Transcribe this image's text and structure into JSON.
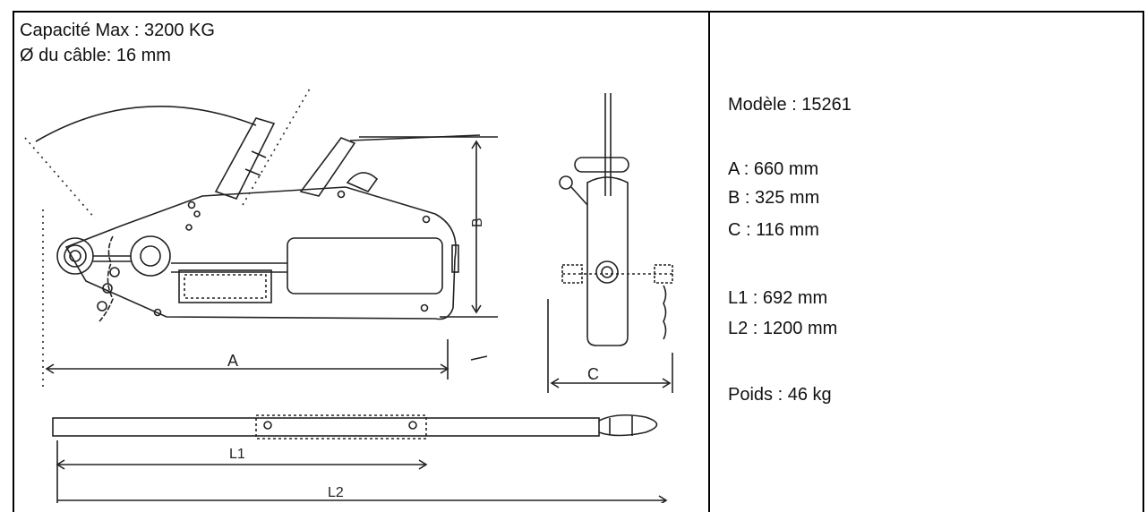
{
  "capacity_line": "Capacité Max : 3200 KG",
  "cable_line": "Ø du câble: 16 mm",
  "specs": {
    "model": "Modèle : 15261",
    "a": "A : 660 mm",
    "b": "B : 325 mm",
    "c": "C : 116 mm",
    "l1": "L1 : 692 mm",
    "l2": "L2 : 1200 mm",
    "weight": "Poids : 46 kg"
  },
  "drawing_labels": {
    "a": "A",
    "b": "B",
    "c": "C",
    "l1": "L1",
    "l2": "L2"
  }
}
